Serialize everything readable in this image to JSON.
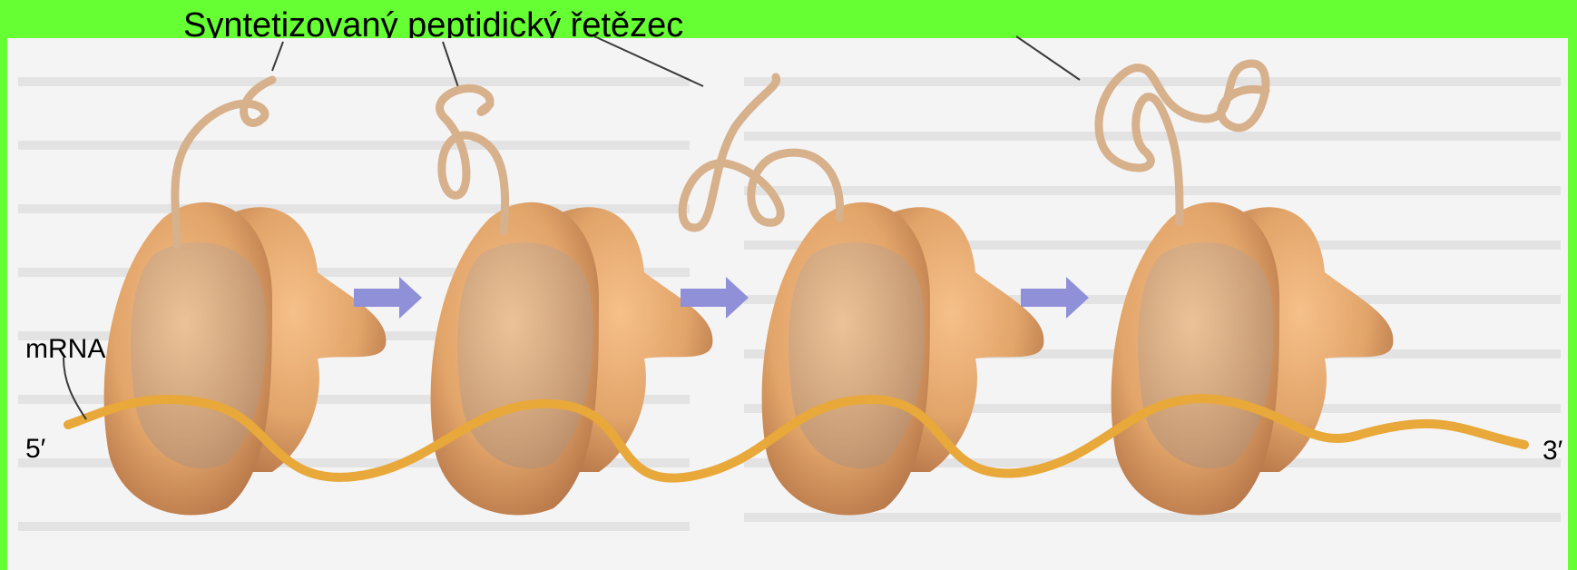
{
  "title": "Syntetizovaný peptidický řetězec",
  "labels": {
    "mrna": "mRNA",
    "five_prime": "5′",
    "three_prime": "3′"
  },
  "colors": {
    "background": "#66ff33",
    "panel": "#f4f4f4",
    "ribosome": "#e2a56a",
    "ribosome_dark": "#b8784a",
    "mrna": "#e8a83a",
    "peptide": "#d7b08c",
    "arrow": "#8f90d8"
  },
  "ribosome_count": 4,
  "arrow_count": 3
}
